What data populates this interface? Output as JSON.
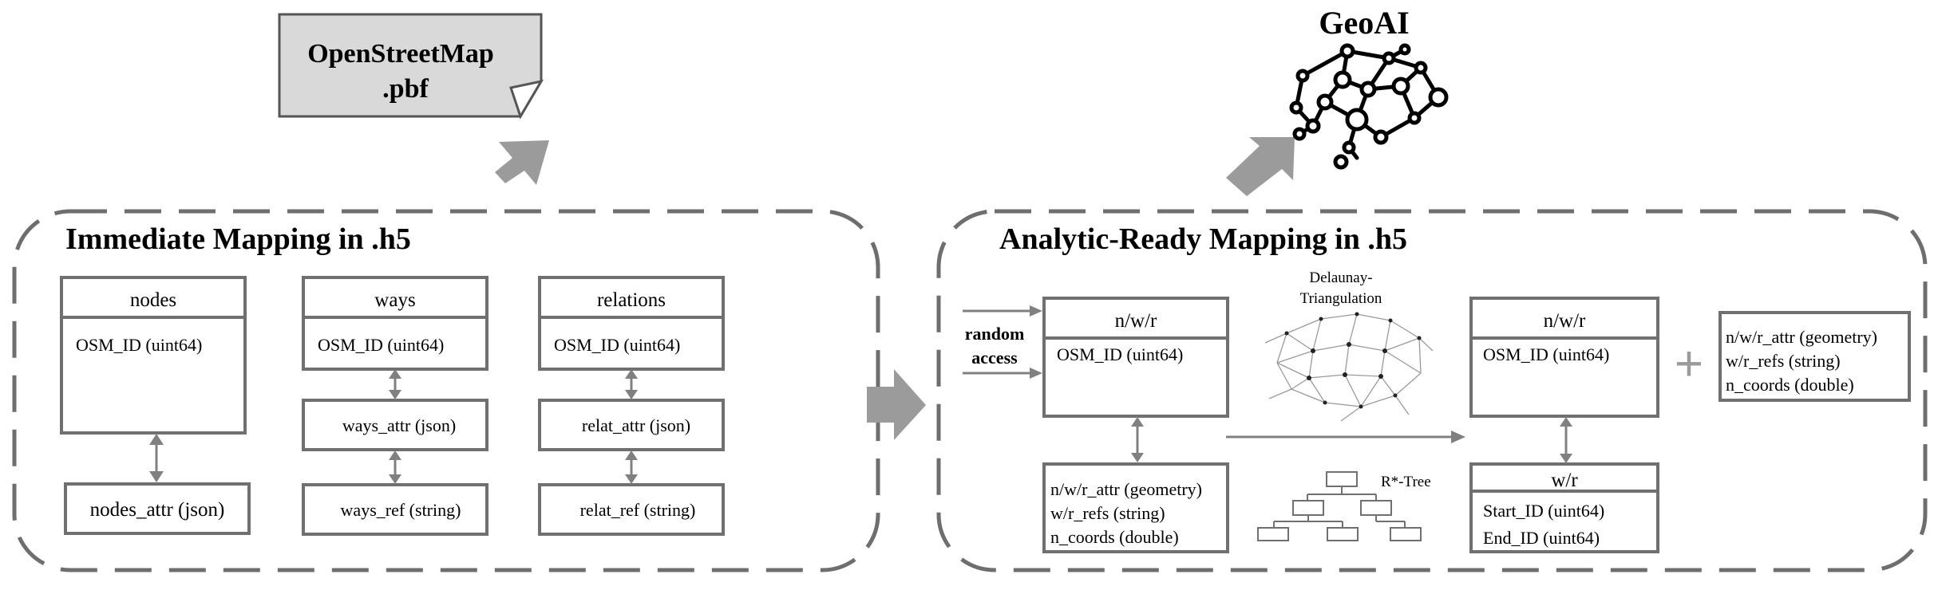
{
  "source": {
    "line1": "OpenStreetMap",
    "line2": ".pbf"
  },
  "geoai": {
    "title": "GeoAI"
  },
  "immediate": {
    "title": "Immediate Mapping in .h5",
    "nodes": {
      "header": "nodes",
      "field": "OSM_ID (uint64)",
      "attr": "nodes_attr (json)"
    },
    "ways": {
      "header": "ways",
      "field": "OSM_ID (uint64)",
      "attr": "ways_attr (json)",
      "ref": "ways_ref (string)"
    },
    "relations": {
      "header": "relations",
      "field": "OSM_ID (uint64)",
      "attr": "relat_attr (json)",
      "ref": "relat_ref (string)"
    }
  },
  "analytic": {
    "title": "Analytic-Ready Mapping in .h5",
    "random_access": {
      "line1": "random",
      "line2": "access"
    },
    "left_table": {
      "header": "n/w/r",
      "field": "OSM_ID (uint64)"
    },
    "left_attrs": [
      "n/w/r_attr (geometry)",
      "w/r_refs (string)",
      "n_coords (double)"
    ],
    "delaunay": {
      "line1": "Delaunay-",
      "line2": "Triangulation"
    },
    "rtree": {
      "label": "R*-Tree"
    },
    "right_table": {
      "header": "n/w/r",
      "field": "OSM_ID (uint64)"
    },
    "wr_table": {
      "header": "w/r",
      "fields": [
        "Start_ID (uint64)",
        "End_ID (uint64)"
      ]
    },
    "plus": "+",
    "extra_attrs": [
      "n/w/r_attr (geometry)",
      "w/r_refs (string)",
      "n_coords (double)"
    ]
  }
}
